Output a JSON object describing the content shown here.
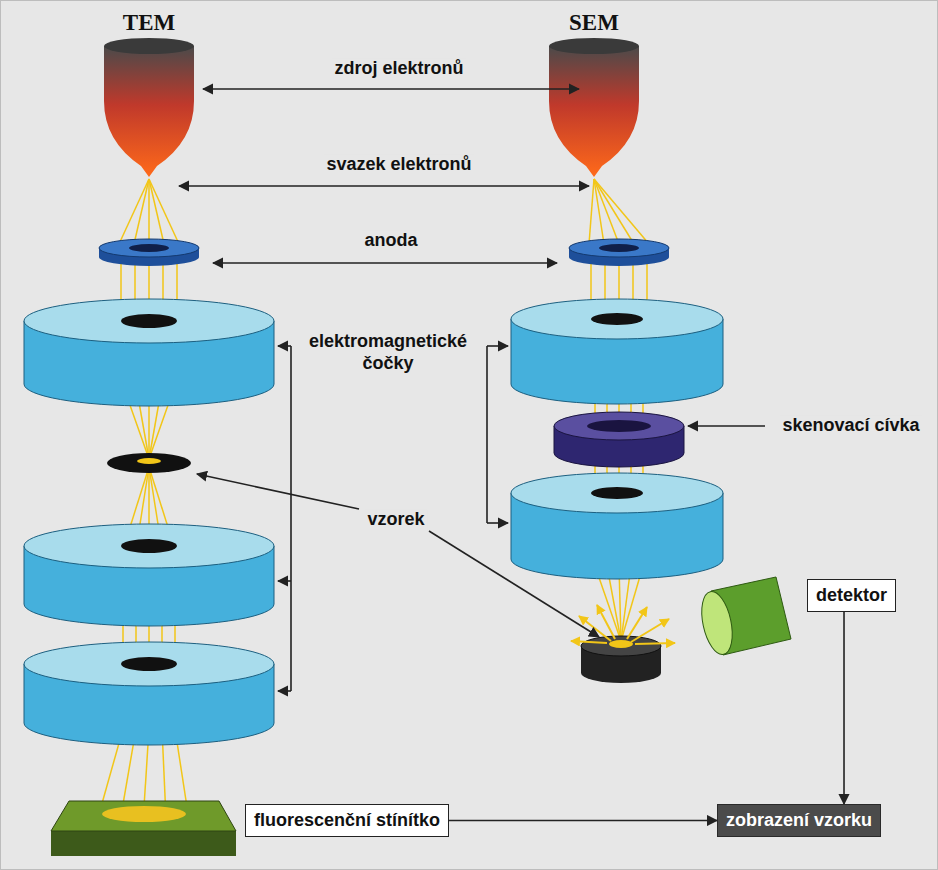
{
  "diagram": {
    "nodes": [
      {
        "text": [
          "detektor"
        ]
      },
      {
        "text": [
          "fluorescenční stínítko"
        ]
      },
      {
        "text": [
          "zobrazení vzorku"
        ]
      }
    ],
    "edges": [
      {
        "from": 0,
        "to": 2,
        "arrow": "to"
      },
      {
        "from": 1,
        "to": 2,
        "arrow": "to"
      }
    ],
    "labels": [
      "TEM",
      "SEM",
      "zdroj elektronů",
      "svazek elektronů",
      "anoda",
      "elektromagnetické čočky",
      "skenovací cívka",
      "vzorek"
    ]
  }
}
